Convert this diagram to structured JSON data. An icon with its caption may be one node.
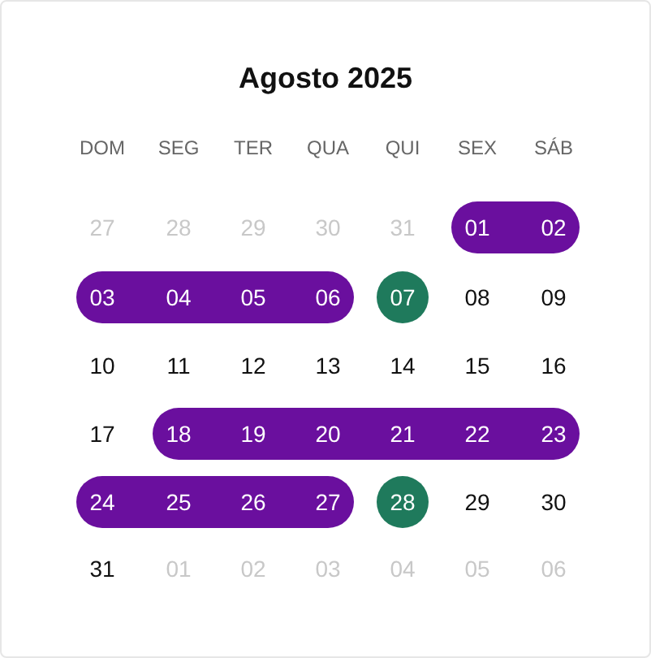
{
  "diagram": {
    "title": "Agosto 2025",
    "nodes": [
      {
        "text": [
          "01",
          "02"
        ]
      },
      {
        "text": [
          "03",
          "04",
          "05",
          "06"
        ]
      },
      {
        "text": [
          "07"
        ]
      },
      {
        "text": [
          "18",
          "19",
          "20",
          "21",
          "22",
          "23"
        ]
      },
      {
        "text": [
          "24",
          "25",
          "26",
          "27"
        ]
      },
      {
        "text": [
          "28"
        ]
      }
    ],
    "labels": [
      "DOM",
      "SEG",
      "TER",
      "QUA",
      "QUI",
      "SEX",
      "SÁB",
      "27",
      "28",
      "29",
      "30",
      "31",
      "08",
      "09",
      "10",
      "11",
      "12",
      "13",
      "14",
      "15",
      "16",
      "17",
      "29",
      "30",
      "31",
      "01",
      "02",
      "03",
      "04",
      "05",
      "06"
    ]
  }
}
